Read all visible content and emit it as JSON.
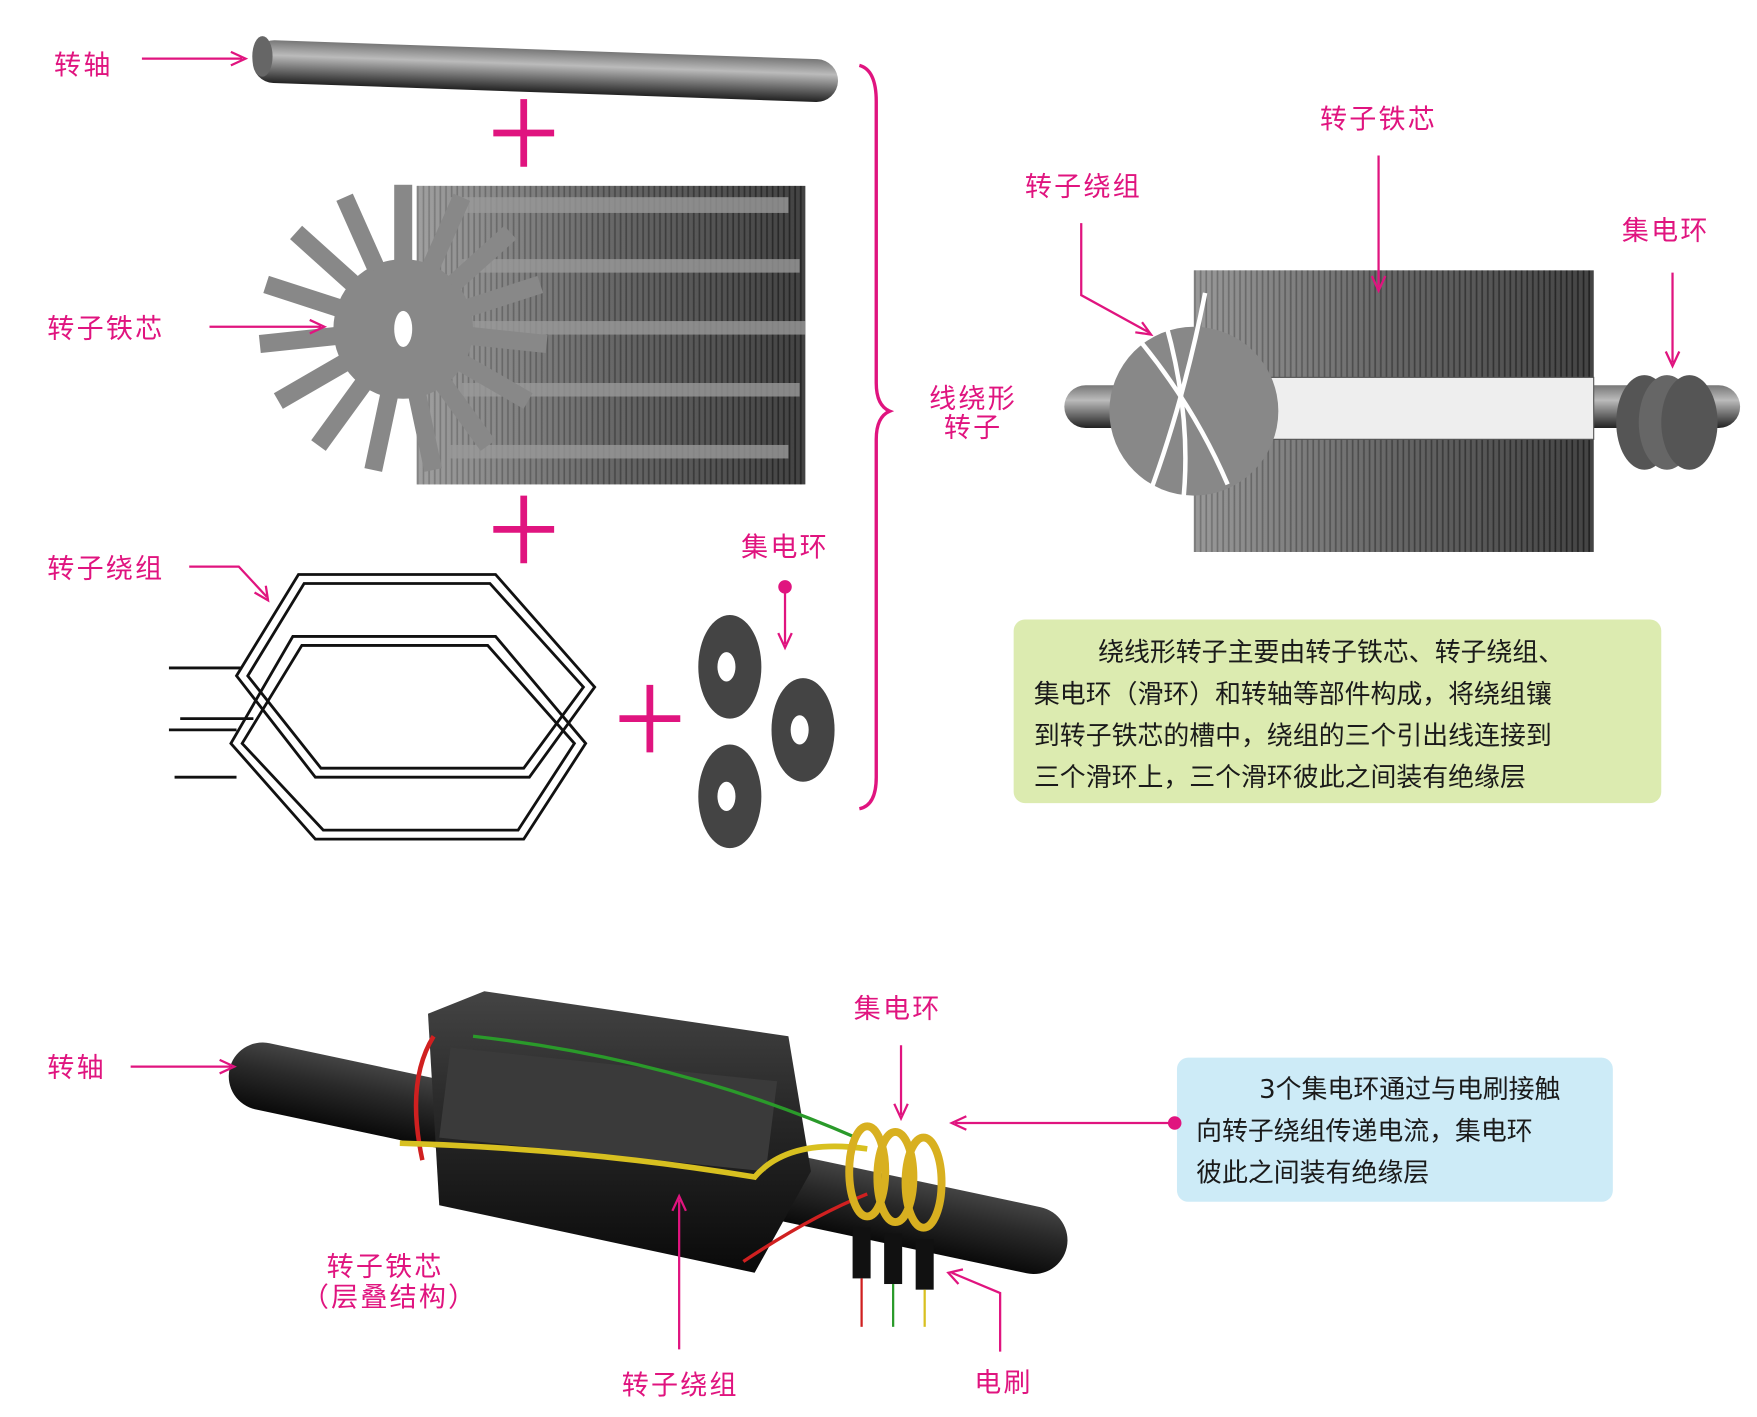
{
  "top_left": {
    "shaft_label": "转轴",
    "core_label": "转子铁芯",
    "winding_label": "转子绕组",
    "slip_ring_label": "集电环"
  },
  "brace_label": [
    "线绕形",
    "转子"
  ],
  "top_right": {
    "winding_label": "转子绕组",
    "core_label": "转子铁芯",
    "slip_ring_label": "集电环"
  },
  "green_note": {
    "lines": [
      "绕线形转子主要由转子铁芯、转子绕组、",
      "集电环（滑环）和转轴等部件构成，将绕组镶",
      "到转子铁芯的槽中，绕组的三个引出线连接到",
      "三个滑环上，三个滑环彼此之间装有绝缘层"
    ]
  },
  "bottom": {
    "shaft_label": "转轴",
    "slip_ring_label": "集电环",
    "core_label": [
      "转子铁芯",
      "（层叠结构）"
    ],
    "winding_label": "转子绕组",
    "brush_label": "电刷"
  },
  "blue_note": {
    "lines": [
      "3个集电环通过与电刷接触",
      "向转子绕组传递电流，集电环",
      "彼此之间装有绝缘层"
    ]
  },
  "colors": {
    "accent": "#e0147f",
    "green_box": "#dcebb0",
    "blue_box": "#cdebf7"
  }
}
